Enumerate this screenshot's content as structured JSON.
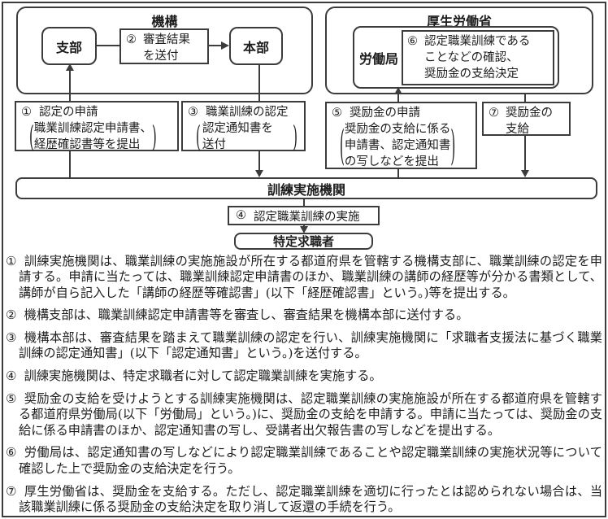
{
  "diagram": {
    "kikou": {
      "title": "機構",
      "shibu": "支部",
      "honbu": "本部"
    },
    "mhlw": {
      "title": "厚生労働省",
      "roudoukyoku": "労働局"
    },
    "step1": {
      "num": "①",
      "title": "認定の申請",
      "paren": [
        "職業訓練認定申請書、",
        "経歴確認書等を提出"
      ]
    },
    "step2": {
      "num": "②",
      "lines": [
        "審査結果",
        "を送付"
      ]
    },
    "step3": {
      "num": "③",
      "title": "職業訓練の認定",
      "paren": [
        "認定通知書を",
        "送付"
      ]
    },
    "step4": {
      "num": "④",
      "text": "認定職業訓練の実施"
    },
    "step5": {
      "num": "⑤",
      "title": "奨励金の申請",
      "paren": [
        "奨励金の支給に係る",
        "申請書、認定通知書",
        "の写しなどを提出"
      ]
    },
    "step6": {
      "num": "⑥",
      "lines": [
        "認定職業訓練である",
        "ことなどの確認、",
        "奨励金の支給決定"
      ]
    },
    "step7": {
      "num": "⑦",
      "lines": [
        "奨励金の",
        "支給"
      ]
    },
    "kunren": "訓練実施機関",
    "tokutei": "特定求職者"
  },
  "notes": [
    {
      "num": "①",
      "text": "訓練実施機関は、職業訓練の実施施設が所在する都道府県を管轄する機構支部に、職業訓練の認定を申請する。申請に当たっては、職業訓練認定申請書のほか、職業訓練の講師の経歴等が分かる書類として、講師が自ら記入した「講師の経歴等確認書」(以下「経歴確認書」という。)等を提出する。"
    },
    {
      "num": "②",
      "text": "機構支部は、職業訓練認定申請書等を審査し、審査結果を機構本部に送付する。"
    },
    {
      "num": "③",
      "text": "機構本部は、審査結果を踏まえて職業訓練の認定を行い、訓練実施機関に「求職者支援法に基づく職業訓練の認定通知書」(以下「認定通知書」という。)を送付する。"
    },
    {
      "num": "④",
      "text": "訓練実施機関は、特定求職者に対して認定職業訓練を実施する。"
    },
    {
      "num": "⑤",
      "text": "奨励金の支給を受けようとする訓練実施機関は、認定職業訓練の実施施設が所在する都道府県を管轄する都道府県労働局(以下「労働局」という。)に、奨励金の支給を申請する。申請に当たっては、奨励金の支給に係る申請書のほか、認定通知書の写し、受講者出欠報告書の写しなどを提出する。"
    },
    {
      "num": "⑥",
      "text": "労働局は、認定通知書の写しなどにより認定職業訓練であることや認定職業訓練の実施状況等について確認した上で奨励金の支給決定を行う。"
    },
    {
      "num": "⑦",
      "text": "厚生労働省は、奨励金を支給する。ただし、認定職業訓練を適切に行ったとは認められない場合は、当該職業訓練に係る奨励金の支給決定を取り消して返還の手続を行う。"
    }
  ]
}
